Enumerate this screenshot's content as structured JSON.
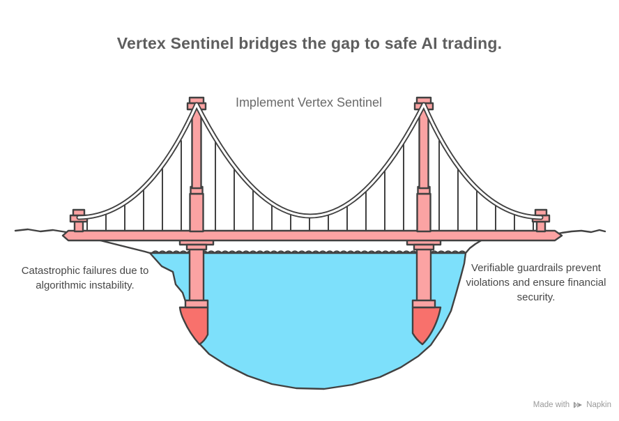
{
  "title": "Vertex Sentinel bridges the gap to safe AI trading.",
  "bridge_labels": {
    "center": "Implement Vertex Sentinel",
    "left": "Catastrophic failures due to algorithmic instability.",
    "right": "Verifiable guardrails prevent violations and ensure financial security."
  },
  "footer": {
    "made_with": "Made with",
    "brand": "Napkin"
  },
  "icons": {
    "napkin_logo": "napkin-logo-icon"
  },
  "colors": {
    "background": "#ffffff",
    "title_text": "#5e5e5e",
    "center_label_text": "#6a6a6a",
    "side_label_text": "#474747",
    "footer_text": "#9a9a9a",
    "outline": "#414141",
    "salmon_light": "#fba3a3",
    "salmon_deep": "#f8716c",
    "water": "#7de0fb",
    "cable_white": "#ffffff"
  }
}
